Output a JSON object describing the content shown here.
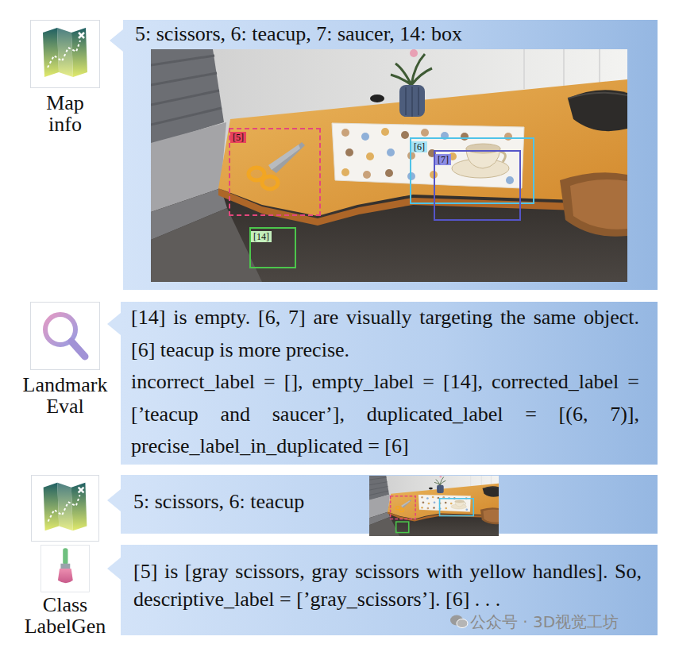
{
  "diagram": {
    "nodes": [
      {
        "text": [
          "Map info"
        ]
      },
      {
        "text": [
          "5: scissors, 6: teacup, 7: saucer, 14: box"
        ]
      },
      {
        "text": [
          "[5]"
        ],
        "in": 1
      },
      {
        "text": [
          "[6]"
        ],
        "in": 1
      },
      {
        "text": [
          "[7]"
        ],
        "in": 1
      },
      {
        "text": [
          "[14]"
        ],
        "in": 1
      },
      {
        "text": [
          "Landmark Eval"
        ]
      },
      {
        "text": [
          "[14] is empty. [6, 7] are visually targeting the same object. [6] teacup is more precise.",
          "incorrect_label = [], empty_label = [14], corrected_label = [’teacup and saucer’], duplicated_label = [(6, 7)], precise_label_in_duplicated = [6]"
        ]
      },
      {
        "text": [
          "5: scissors, 6: teacup"
        ]
      },
      {
        "text": [
          "Class LabelGen"
        ]
      },
      {
        "text": [
          "[5] is [gray scissors, gray scissors with yellow handles]. So, descriptive_label = [’gray_scissors’]. [6] . . ."
        ]
      }
    ],
    "labels": [
      "公众号 · 3D视觉工坊"
    ]
  }
}
